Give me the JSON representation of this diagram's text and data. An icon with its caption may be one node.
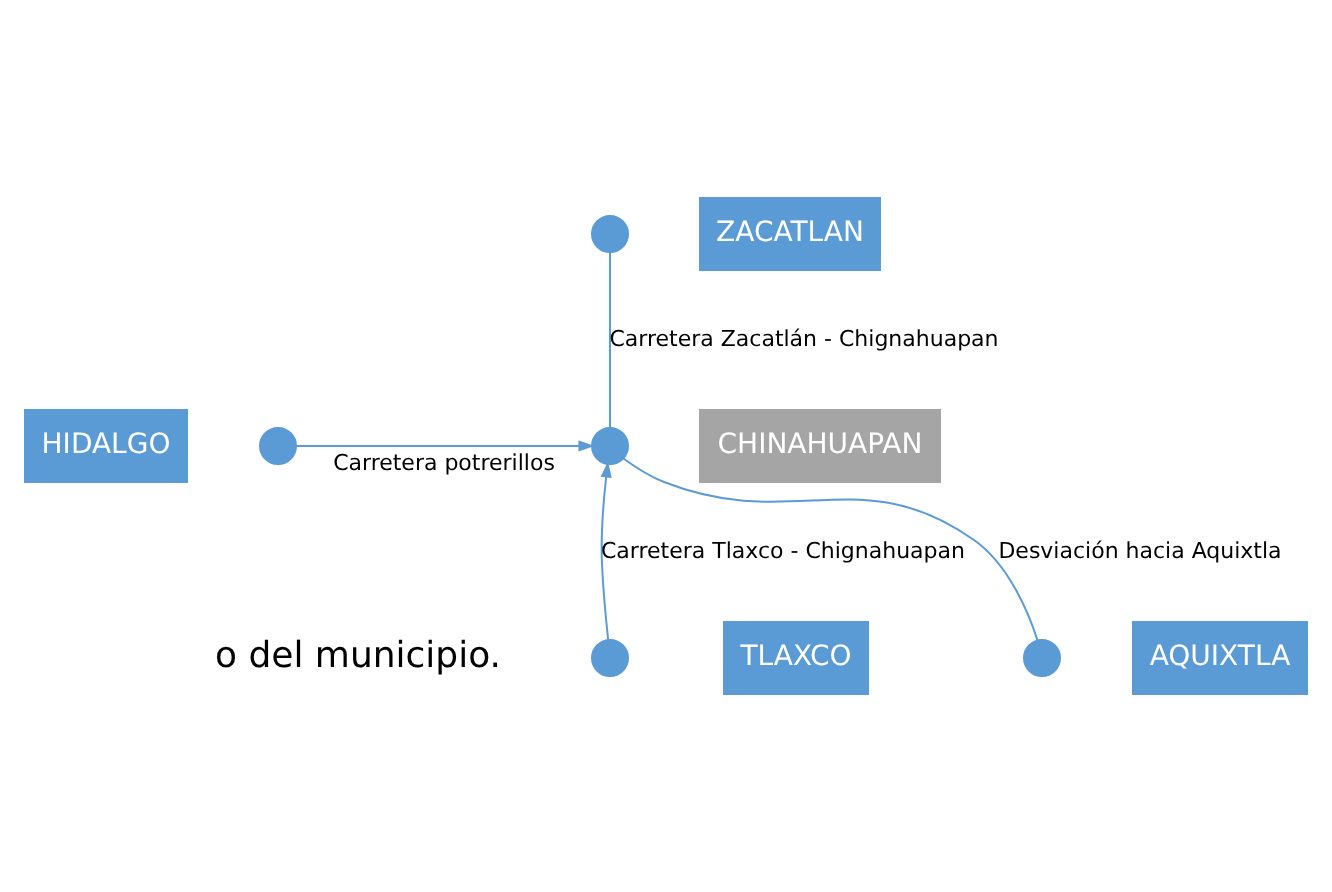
{
  "diagram": {
    "nodes": [
      {
        "text": [],
        "shape": "circle",
        "beside": [
          "ZACATLAN"
        ]
      },
      {
        "text": [],
        "shape": "circle",
        "beside": [
          "HIDALGO"
        ]
      },
      {
        "text": [],
        "shape": "circle",
        "beside": [
          "CHINAHUAPAN"
        ]
      },
      {
        "text": [],
        "shape": "circle",
        "beside": [
          "AQUIXTLA"
        ]
      },
      {
        "text": [],
        "shape": "circle",
        "beside": [
          "TLAXCO"
        ]
      }
    ],
    "edges": [
      {
        "from": 2,
        "to": 0,
        "arrow": "none",
        "label": "Carretera Zacatlán - Chignahuapan"
      },
      {
        "from": 1,
        "to": 2,
        "arrow": "to",
        "label": "Carretera potrerillos"
      },
      {
        "from": 2,
        "to": 3,
        "arrow": "none",
        "label": "Desviación hacia Aquixtla"
      },
      {
        "from": 4,
        "to": 2,
        "arrow": "to",
        "label": "Carretera Tlaxco - Chignahuapan"
      }
    ],
    "labels": [
      "o del municipio."
    ]
  }
}
